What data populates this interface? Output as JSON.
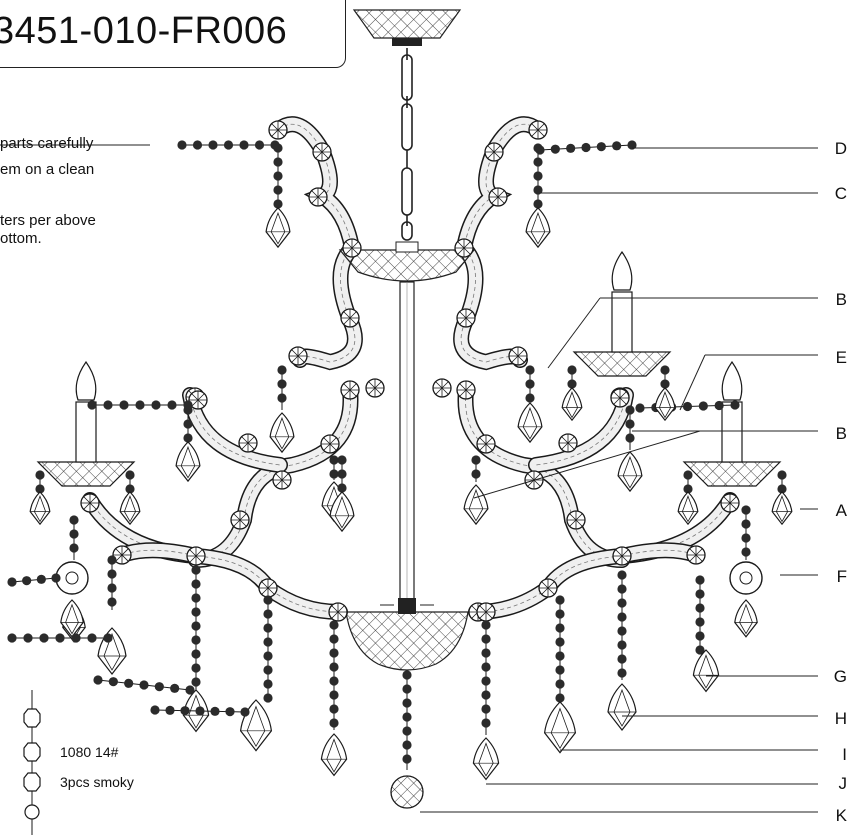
{
  "title": "3451-010-FR006",
  "notes": [
    "parts carefully",
    "em on a clean",
    "ters per above",
    "ottom."
  ],
  "callouts": [
    "D",
    "C",
    "B",
    "E",
    "B",
    "A",
    "F",
    "G",
    "H",
    "I",
    "J",
    "K"
  ],
  "legend": {
    "line1": "1080 14#",
    "line2": "3pcs smoky"
  },
  "colors": {
    "ink": "#1a1a1a",
    "bead": "#2b2b2b",
    "arm": "#f0f0f0"
  }
}
